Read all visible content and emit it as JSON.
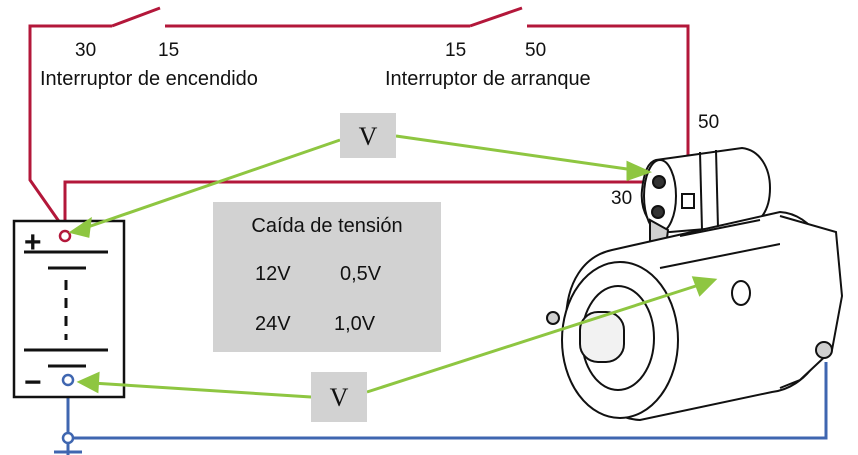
{
  "switches": {
    "ignition": {
      "left_terminal": "30",
      "right_terminal": "15",
      "label": "Interruptor de encendido"
    },
    "starter": {
      "left_terminal": "15",
      "right_terminal": "50",
      "label": "Interruptor de arranque"
    }
  },
  "motor_terminals": {
    "t50": "50",
    "t30": "30"
  },
  "voltmeters": {
    "top": "V",
    "bottom": "V"
  },
  "battery": {
    "plus": "+",
    "minus": "−"
  },
  "voltage_drop_table": {
    "title": "Caída de tensión",
    "rows": [
      {
        "system": "12V",
        "drop": "0,5V"
      },
      {
        "system": "24V",
        "drop": "1,0V"
      }
    ]
  },
  "colors": {
    "positive_wire": "#b3173a",
    "ground_wire": "#3f66b0",
    "meter_lead": "#8ec641",
    "panel_gray": "#d2d2d2"
  }
}
